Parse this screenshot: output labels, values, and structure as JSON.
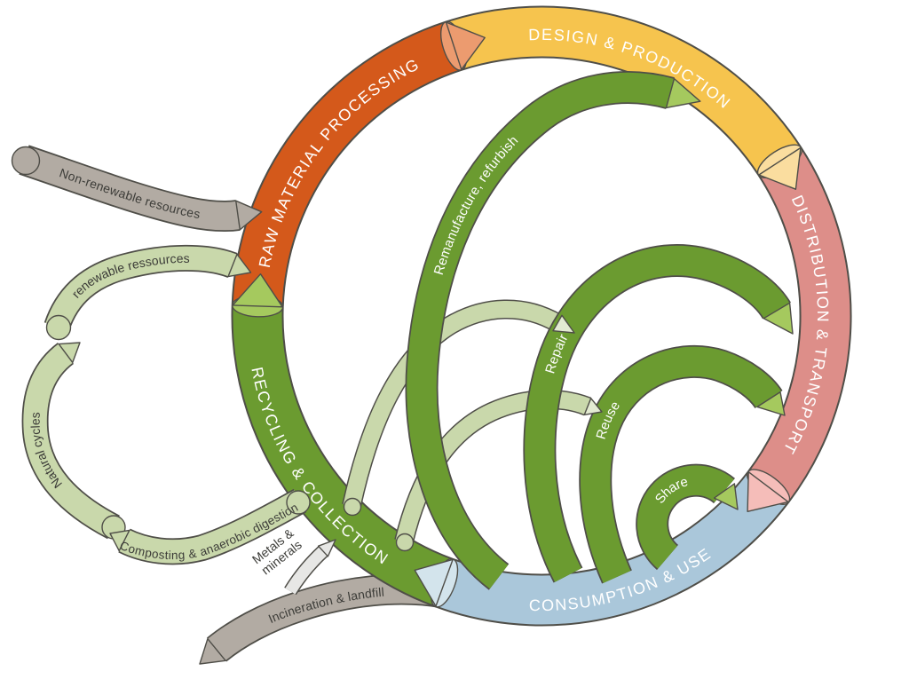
{
  "diagram": {
    "type": "circular-economy-cycle",
    "background": "#ffffff",
    "outline_color": "#4f4e48"
  },
  "cycle_segments": [
    {
      "id": "raw-material-processing",
      "label": "RAW MATERIAL PROCESSING",
      "color": "#d4591b",
      "arrow_color": "#ec9b6f"
    },
    {
      "id": "design-production",
      "label": "DESIGN & PRODUCTION",
      "color": "#f6c44e",
      "arrow_color": "#fadd9f"
    },
    {
      "id": "distribution-transport",
      "label": "DISTRIBUTION & TRANSPORT",
      "color": "#dd8e89",
      "arrow_color": "#f5bdb9"
    },
    {
      "id": "consumption-use",
      "label": "CONSUMPTION & USE",
      "color": "#aac7da",
      "arrow_color": "#d3e4ec"
    },
    {
      "id": "recycling-collection",
      "label": "RECYCLING & COLLECTION",
      "color": "#6b9b30",
      "arrow_color": "#a5c95e"
    }
  ],
  "inner_loops": [
    {
      "id": "remanufacture-refurbish",
      "label": "Remanufacture, refurbish",
      "color": "#6b9b30",
      "arrow_color": "#a5c95e"
    },
    {
      "id": "repair",
      "label": "Repair",
      "color": "#6b9b30",
      "arrow_color": "#a5c95e"
    },
    {
      "id": "reuse",
      "label": "Reuse",
      "color": "#6b9b30",
      "arrow_color": "#a5c95e"
    },
    {
      "id": "share",
      "label": "Share",
      "color": "#6b9b30",
      "arrow_color": "#a5c95e"
    }
  ],
  "recycled_material_flows": {
    "color": "#c9d8ab",
    "arrow_color": "#e3ebd2"
  },
  "external_flows": [
    {
      "id": "non-renewable-resources",
      "label": "Non-renewable resources",
      "color": "#b2aba3"
    },
    {
      "id": "renewable-resources",
      "label": "renewable ressources",
      "color": "#c9d8ab"
    },
    {
      "id": "natural-cycles",
      "label": "Natural cycles",
      "color": "#c9d8ab"
    },
    {
      "id": "composting",
      "label": "Composting & anaerobic digestion",
      "color": "#c9d8ab"
    },
    {
      "id": "metals-minerals",
      "label": "Metals & minerals",
      "label_line1": "Metals &",
      "label_line2": "minerals",
      "color": "#e7e7e5"
    },
    {
      "id": "incineration-landfill",
      "label": "Incineration & landfill",
      "color": "#b2aba3"
    }
  ]
}
